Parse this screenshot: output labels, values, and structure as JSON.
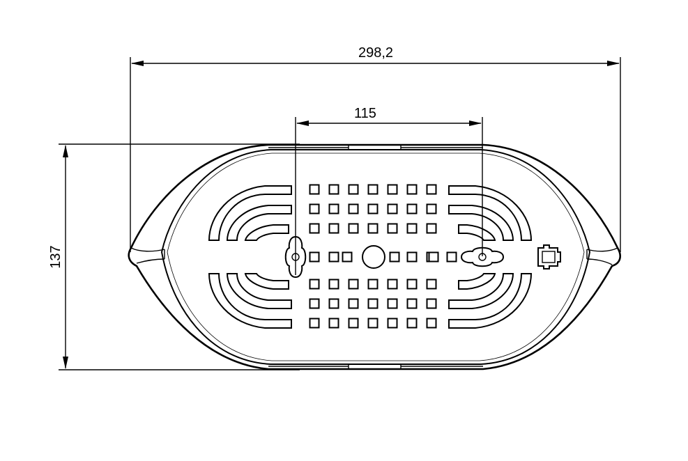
{
  "dimensions": {
    "overall_width": "298,2",
    "hole_spacing": "115",
    "overall_height": "137"
  }
}
